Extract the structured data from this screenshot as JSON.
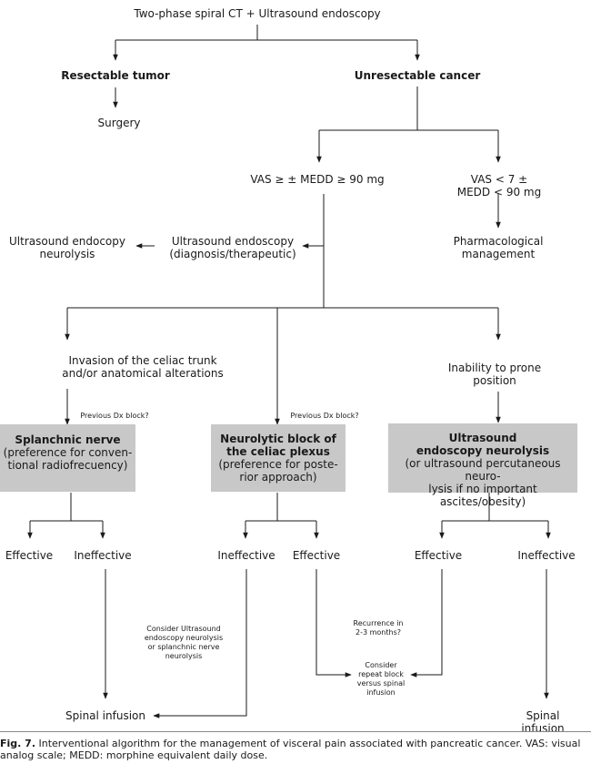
{
  "nodes": {
    "root": "Two-phase spiral CT + Ultrasound endoscopy",
    "resectable": "Resectable tumor",
    "surgery": "Surgery",
    "unresectable": "Unresectable cancer",
    "vas_high": "VAS ≥ ± MEDD ≥ 90 mg",
    "vas_low": "VAS < 7 ± MEDD < 90 mg",
    "pharma": "Pharmacological\nmanagement",
    "us_endo": "Ultrasound endoscopy\n(diagnosis/therapeutic)",
    "us_neuro": "Ultrasound endocopy\nneurolysis",
    "invasion": "Invasion of the celiac trunk\nand/or anatomical alterations",
    "inability": "Inability to prone position",
    "prev_dx_1": "Previous Dx block?",
    "prev_dx_2": "Previous Dx block?",
    "box1_title": "Splanchnic nerve",
    "box1_sub": "(preference for conven-\ntional radiofrecuency)",
    "box2_title": "Neurolytic block of\nthe celiac plexus",
    "box2_sub": "(preference for poste-\nrior approach)",
    "box3_title": "Ultrasound\nendoscopy neurolysis",
    "box3_sub": "(or ultrasound percutaneous neuro-\nlysis if no important ascites/obesity)",
    "effective_1": "Effective",
    "ineffective_1": "Ineffective",
    "ineffective_2": "Ineffective",
    "effective_2": "Effective",
    "effective_3": "Effective",
    "ineffective_3": "Ineffective",
    "consider_us": "Consider Ultrasound\nendoscopy neurolysis\nor splanchnic nerve\nneurolysis",
    "recurrence": "Recurrence in\n2-3 months?",
    "consider_repeat": "Consider\nrepeat block\nversus spinal\ninfusion",
    "spinal_1": "Spinal infusion",
    "spinal_2": "Spinal infusion"
  },
  "caption": {
    "label": "Fig. 7.",
    "text": " Interventional algorithm for the management of visceral pain associated with pancreatic cancer. VAS: visual analog scale; MEDD: morphine equivalent daily dose."
  }
}
